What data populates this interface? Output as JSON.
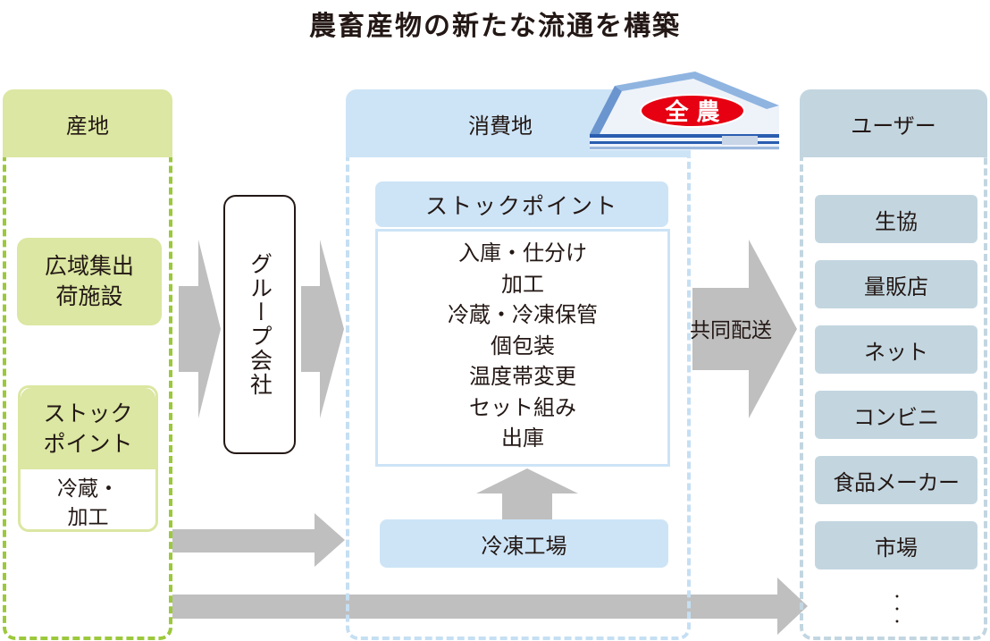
{
  "title": "農畜産物の新たな流通を構築",
  "production": {
    "header": "産地",
    "facility": [
      "広域集出",
      "荷施設"
    ],
    "stockpoint_title": [
      "ストック",
      "ポイント"
    ],
    "stockpoint_sub": [
      "冷蔵・",
      "加工"
    ]
  },
  "group_company": "グループ会社",
  "consumption": {
    "header": "消費地",
    "stockpoint_header": "ストックポイント",
    "processes": [
      "入庫・仕分け",
      "加工",
      "冷蔵・冷凍保管",
      "個包装",
      "温度帯変更",
      "セット組み",
      "出庫"
    ],
    "factory": "冷凍工場"
  },
  "joint_delivery": "共同配送",
  "users": {
    "header": "ユーザー",
    "items": [
      "生協",
      "量販店",
      "ネット",
      "コンビニ",
      "食品メーカー",
      "市場"
    ],
    "more": "・・・"
  },
  "logo_text": "全 農",
  "colors": {
    "green": "#dbe7a2",
    "green_dash": "#9cc83c",
    "blue": "#cde4f6",
    "blue_dash": "#c5dff3",
    "gray_blue": "#c3d6e0",
    "arrow": "#bfbfbf",
    "logo_red": "#e60012"
  }
}
